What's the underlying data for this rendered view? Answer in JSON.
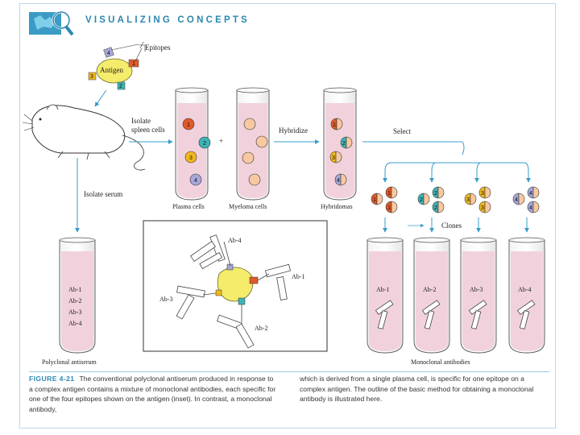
{
  "header": {
    "title": "VISUALIZING CONCEPTS"
  },
  "diagram": {
    "antigen_label": "Antigen",
    "epitopes_label": "Epitopes",
    "isolate_spleen_line1": "Isolate",
    "isolate_spleen_line2": "spleen cells",
    "isolate_serum": "Isolate serum",
    "plus_sign": "+",
    "hybridize": "Hybridize",
    "select": "Select",
    "clones": "Clones",
    "plasma_cells": "Plasma cells",
    "myeloma_cells": "Myeloma cells",
    "hybridomas": "Hybridomas",
    "polyclonal_antiserum": "Polyclonal antiserum",
    "monoclonal_antibodies": "Monoclonal antibodies",
    "epitope_numbers": [
      "1",
      "2",
      "3",
      "4"
    ],
    "polyclonal_list": [
      "Ab-1",
      "Ab-2",
      "Ab-3",
      "Ab-4"
    ],
    "monoclonal_tubes": [
      "Ab-1",
      "Ab-2",
      "Ab-3",
      "Ab-4"
    ],
    "inset_labels": {
      "ab4": "Ab-4",
      "ab1": "Ab-1",
      "ab3": "Ab-3",
      "ab2": "Ab-2"
    }
  },
  "colors": {
    "accent": "#2b88b0",
    "arrow": "#3a9cc9",
    "tube_fluid": "#f1d2dc",
    "epitope_1": "#e05a2b",
    "epitope_2": "#3db3b5",
    "epitope_3": "#f0b81c",
    "epitope_4": "#a6a7d8",
    "antigen": "#f4ec6a",
    "myeloma": "#f8c8a0"
  },
  "caption": {
    "figure_label": "FIGURE 4-21",
    "left_text": "The conventional polyclonal antiserum produced in response to a complex antigen contains a mixture of monoclonal antibodies, each specific for one of the four epitopes shown on the antigen (inset). In contrast, a monoclonal antibody,",
    "right_text": "which is derived from a single plasma cell, is specific for one epitope on a complex antigen. The outline of the basic method for obtaining a monoclonal antibody is illustrated here."
  }
}
